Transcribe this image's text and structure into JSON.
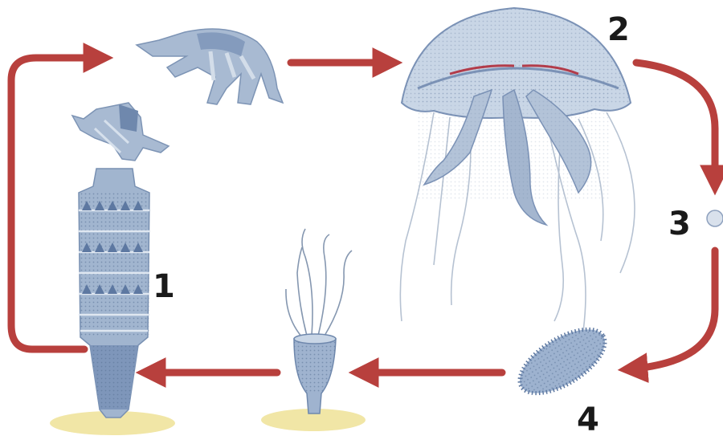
{
  "diagram": {
    "labels": {
      "stage_1": "1",
      "stage_2": "2",
      "stage_3": "3",
      "stage_4": "4"
    },
    "colors": {
      "arrow": "#b8403d",
      "body_fill": "#9eb2cc",
      "body_light": "#d4deea",
      "body_dark": "#6e86a8",
      "tentacle": "#b6c2d2",
      "ground": "#f1e6a6"
    }
  }
}
